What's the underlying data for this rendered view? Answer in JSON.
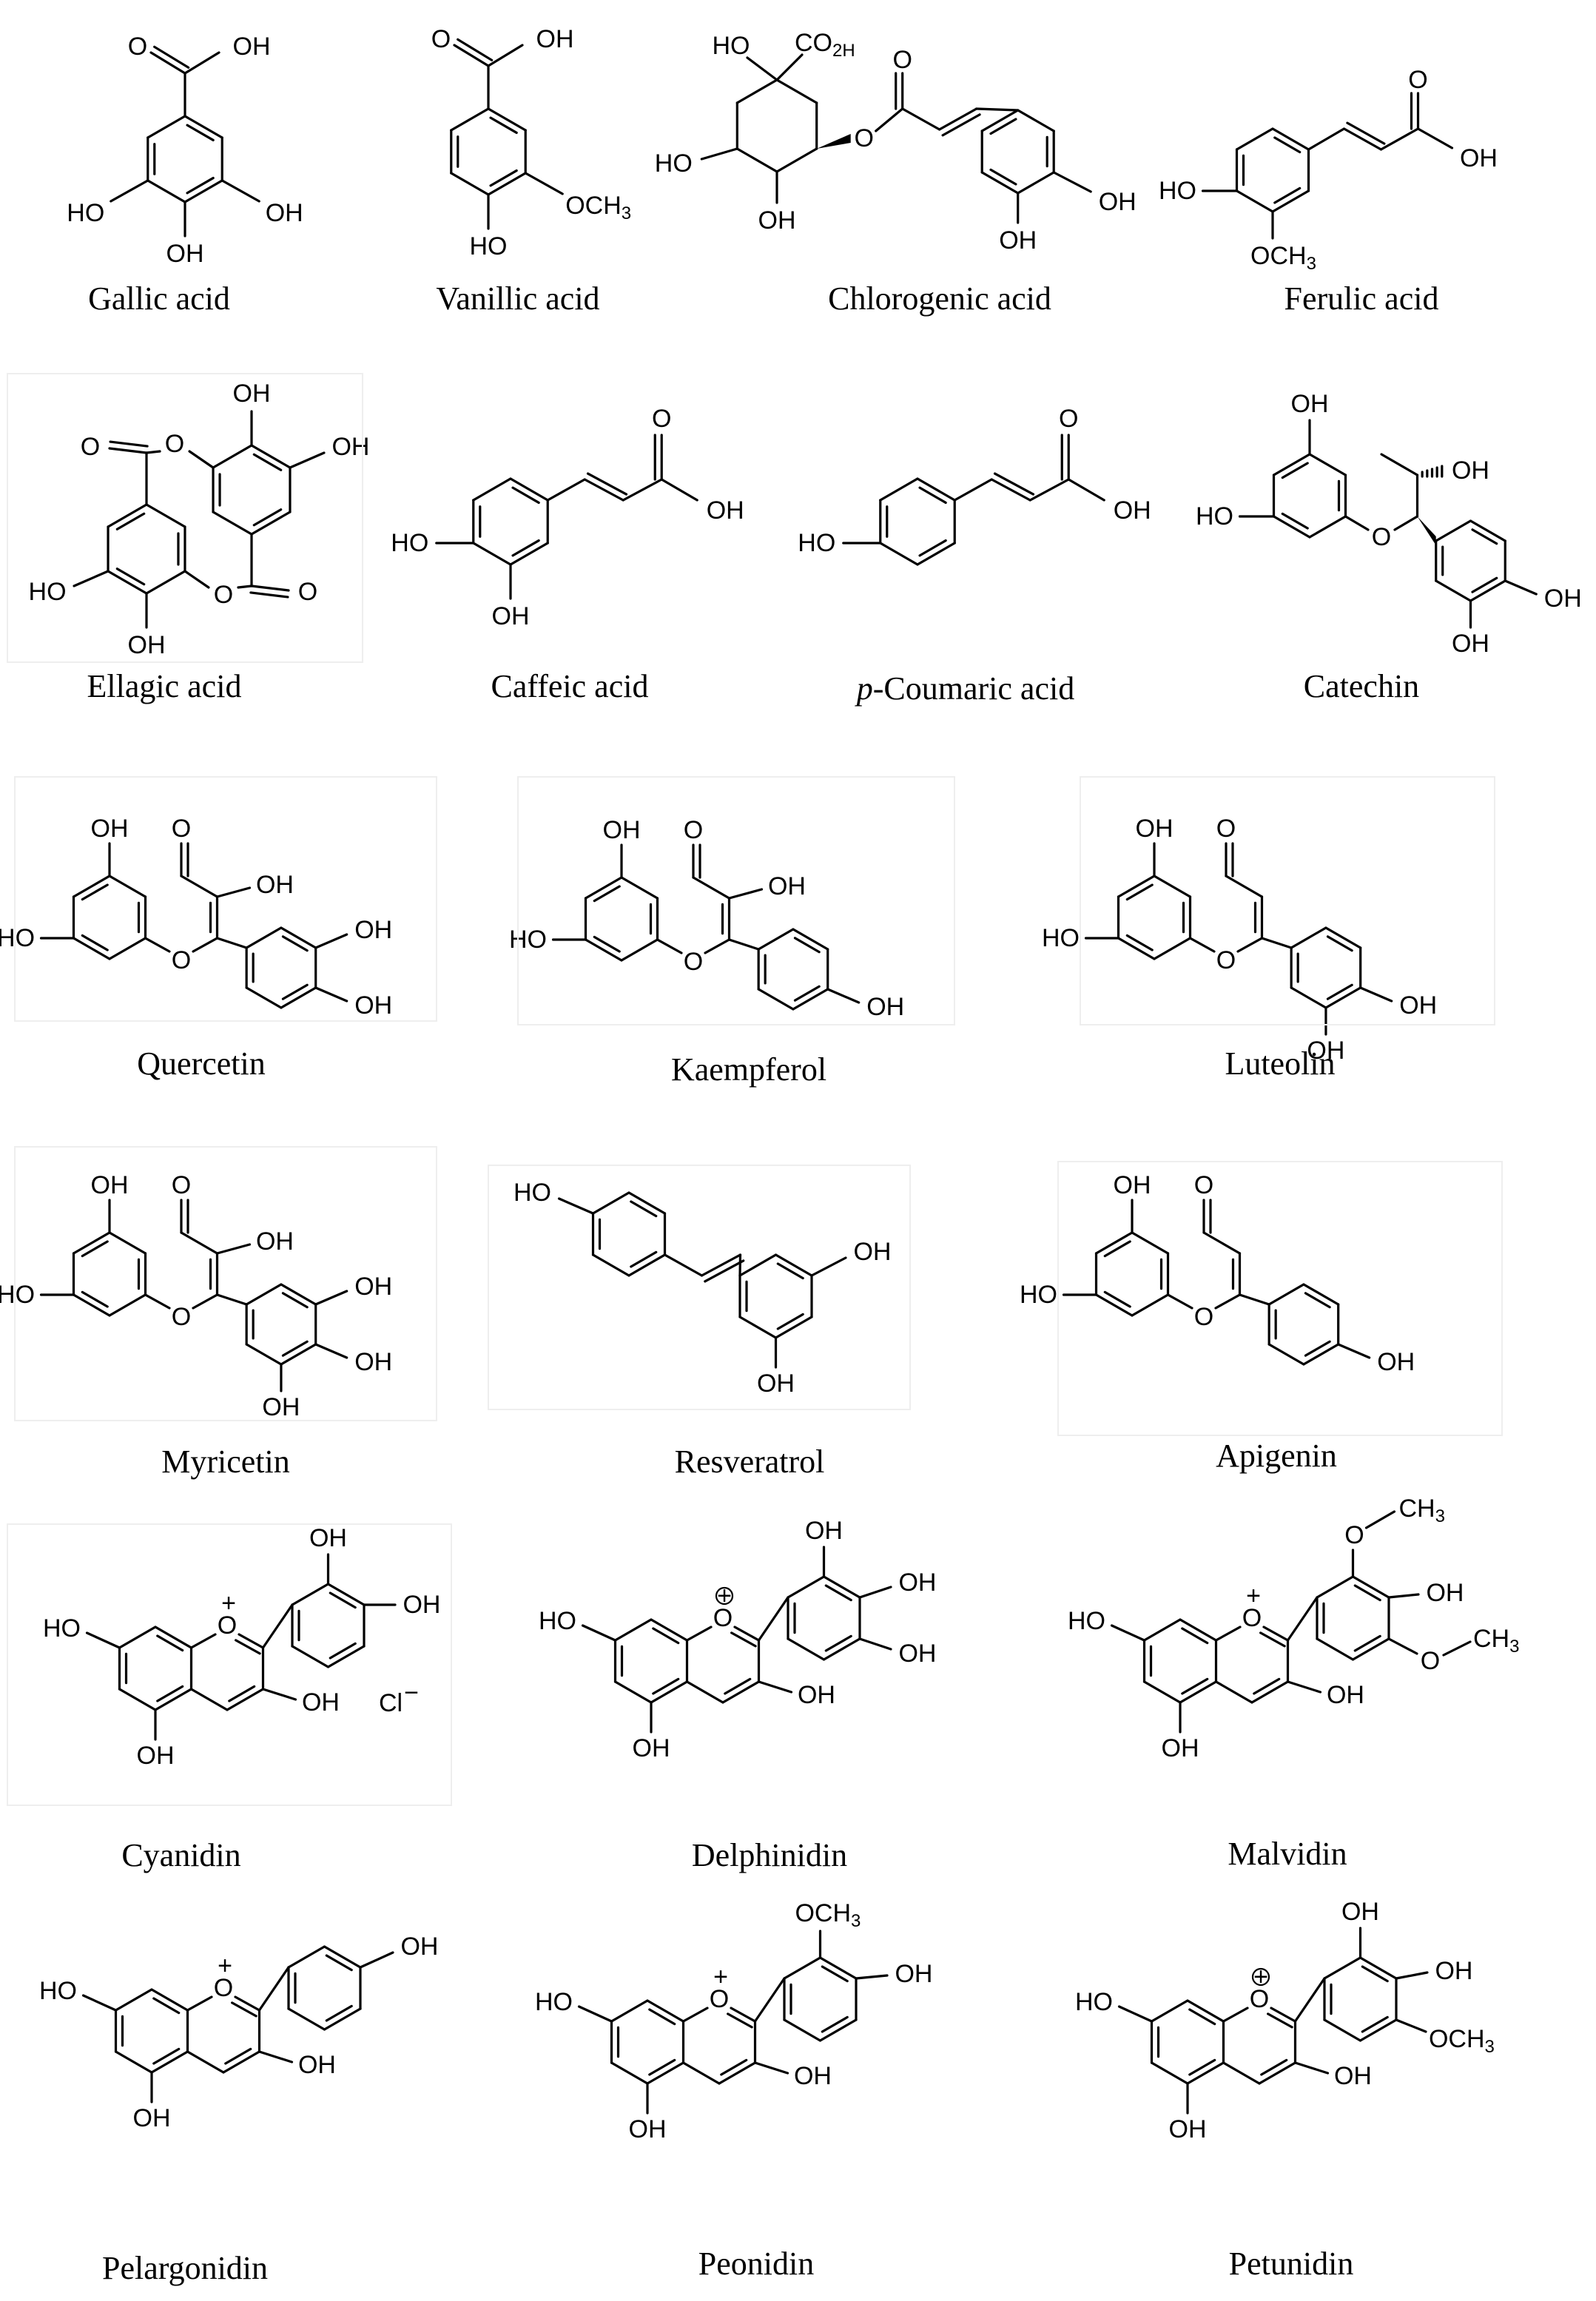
{
  "compounds": [
    {
      "id": "gallic-acid",
      "name": "Gallic acid"
    },
    {
      "id": "vanillic-acid",
      "name": "Vanillic acid"
    },
    {
      "id": "chlorogenic-acid",
      "name": "Chlorogenic acid"
    },
    {
      "id": "ferulic-acid",
      "name": "Ferulic acid"
    },
    {
      "id": "ellagic-acid",
      "name": "Ellagic acid"
    },
    {
      "id": "caffeic-acid",
      "name": "Caffeic acid"
    },
    {
      "id": "p-coumaric-acid",
      "name_prefix": "p",
      "name": "-Coumaric acid"
    },
    {
      "id": "catechin",
      "name": "Catechin"
    },
    {
      "id": "quercetin",
      "name": "Quercetin"
    },
    {
      "id": "kaempferol",
      "name": "Kaempferol"
    },
    {
      "id": "luteolin",
      "name": "Luteolin"
    },
    {
      "id": "myricetin",
      "name": "Myricetin"
    },
    {
      "id": "resveratrol",
      "name": "Resveratrol"
    },
    {
      "id": "apigenin",
      "name": "Apigenin"
    },
    {
      "id": "cyanidin",
      "name": "Cyanidin"
    },
    {
      "id": "delphinidin",
      "name": "Delphinidin"
    },
    {
      "id": "malvidin",
      "name": "Malvidin"
    },
    {
      "id": "pelargonidin",
      "name": "Pelargonidin"
    },
    {
      "id": "peonidin",
      "name": "Peonidin"
    },
    {
      "id": "petunidin",
      "name": "Petunidin"
    }
  ],
  "atom_labels": {
    "OH": "OH",
    "HO": "HO",
    "O": "O",
    "OCH3": "OCH3",
    "O_plus": "O+",
    "CO2H": "CO2H",
    "Cl": "Cl",
    "minus": "−",
    "plus": "+",
    "CH3": "CH3"
  }
}
